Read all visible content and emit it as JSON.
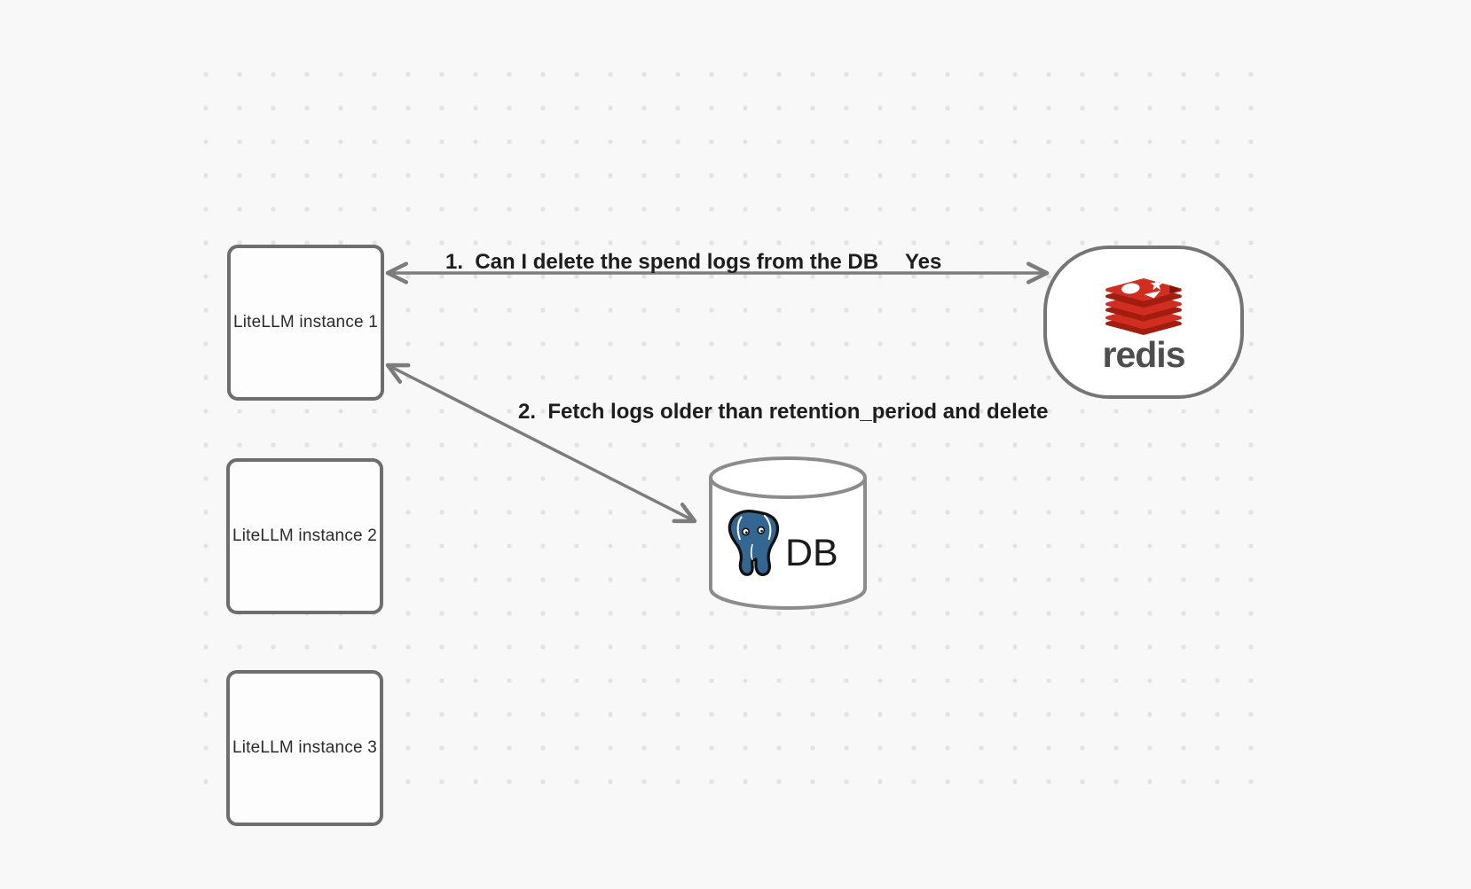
{
  "canvas": {
    "background_color": "#f8f8f8",
    "dot_color": "#e3e3e3"
  },
  "nodes": {
    "litellm_instances": [
      {
        "label": "LiteLLM instance 1"
      },
      {
        "label": "LiteLLM instance 2"
      },
      {
        "label": "LiteLLM instance 3"
      }
    ],
    "redis": {
      "label": "redis",
      "logo": "redis-stack-logo",
      "brand_red": "#d12d21",
      "brand_dark_red": "#a31c10",
      "wordmark_color": "#4d4d4d"
    },
    "database": {
      "label": "DB",
      "logo": "postgresql-elephant-logo",
      "elephant_blue": "#336791"
    }
  },
  "edges": [
    {
      "from": "litellm-instance-1",
      "to": "redis",
      "direction": "bidirectional",
      "label": "1.  Can I delete the spend logs from the DB",
      "response_label": "Yes"
    },
    {
      "from": "litellm-instance-1",
      "to": "db",
      "direction": "bidirectional",
      "label": "2.  Fetch logs older than retention_period and delete"
    }
  ],
  "colors": {
    "line": "#7c7c7c",
    "box_border": "#6e6e6e",
    "label_text": "#1d1d1d"
  }
}
